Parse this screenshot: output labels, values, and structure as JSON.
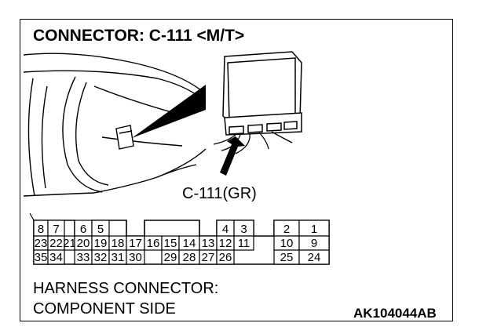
{
  "title": "CONNECTOR: C-111 <M/T>",
  "connector_label": "C-111(GR)",
  "harness_label_line1": "HARNESS CONNECTOR:",
  "harness_label_line2": "COMPONENT SIDE",
  "doc_id": "AK104044AB",
  "pins": {
    "row1": [
      "8",
      "7",
      "",
      "6",
      "5",
      "",
      "",
      "",
      "",
      "",
      "",
      "4",
      "3",
      "",
      "2",
      "1"
    ],
    "row2": [
      "23",
      "22",
      "21",
      "20",
      "19",
      "18",
      "17",
      "16",
      "15",
      "14",
      "13",
      "12",
      "11",
      "",
      "10",
      "9"
    ],
    "row3": [
      "35",
      "34",
      "",
      "33",
      "32",
      "31",
      "30",
      "",
      "29",
      "28",
      "27",
      "26",
      "",
      "",
      "25",
      "24"
    ]
  },
  "colors": {
    "ink": "#000000",
    "paper": "#ffffff"
  }
}
